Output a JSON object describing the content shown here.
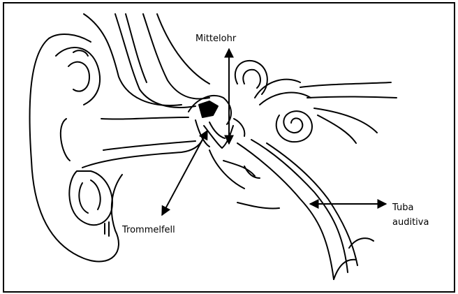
{
  "diagram": {
    "labels": {
      "mittelohr": "Mittelohr",
      "trommelfell": "Trommelfell",
      "tuba_line1": "Tuba",
      "tuba_line2": "auditiva"
    }
  }
}
